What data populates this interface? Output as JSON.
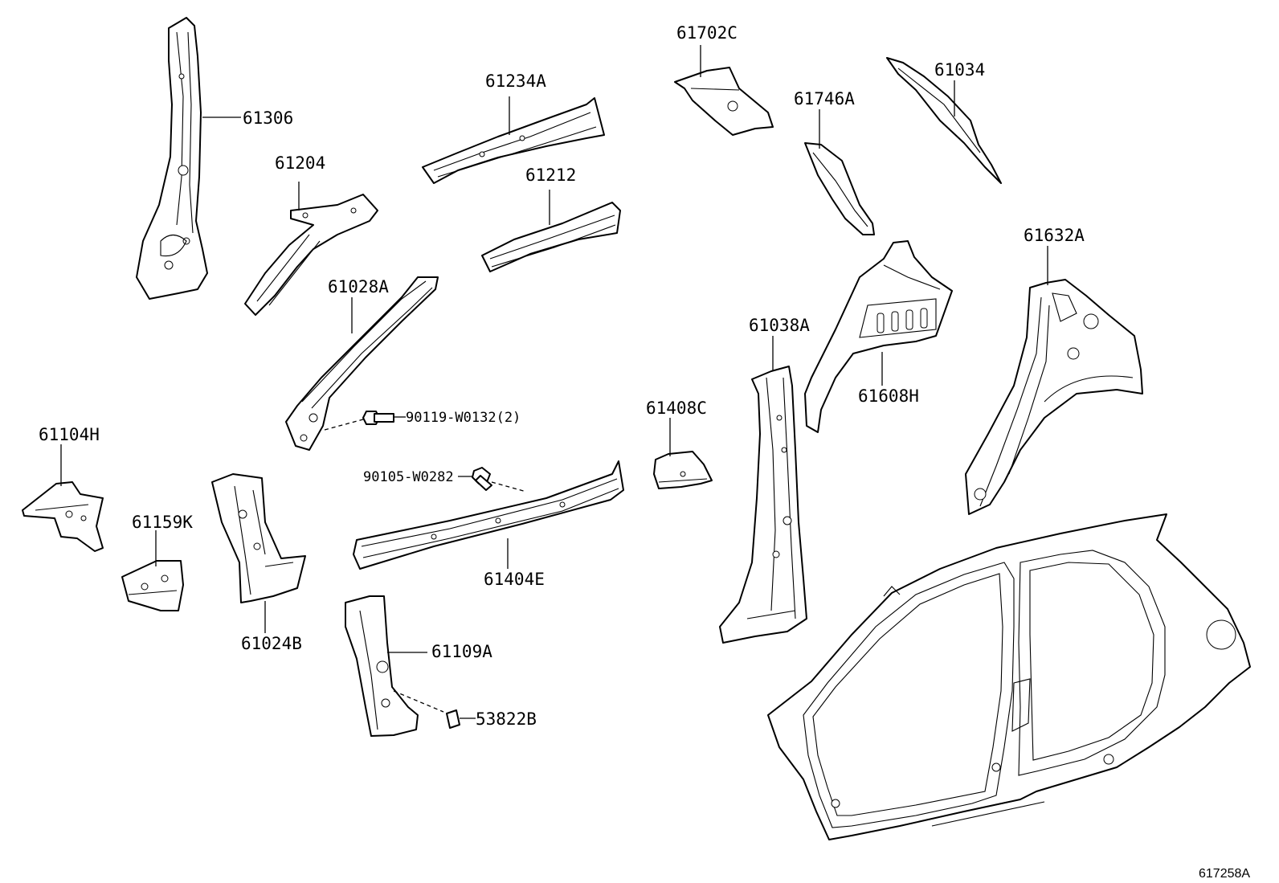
{
  "diagram": {
    "reference_code": "617258A",
    "labels": {
      "p61306": "61306",
      "p61204": "61204",
      "p61234A": "61234A",
      "p61212": "61212",
      "p61028A": "61028A",
      "p90119": "90119-W0132(2)",
      "p61104H": "61104H",
      "p61159K": "61159K",
      "p61024B": "61024B",
      "p90105": "90105-W0282",
      "p61404E": "61404E",
      "p61109A": "61109A",
      "p53822B": "53822B",
      "p61702C": "61702C",
      "p61746A": "61746A",
      "p61034": "61034",
      "p61408C": "61408C",
      "p61038A": "61038A",
      "p61608H": "61608H",
      "p61632A": "61632A"
    }
  }
}
